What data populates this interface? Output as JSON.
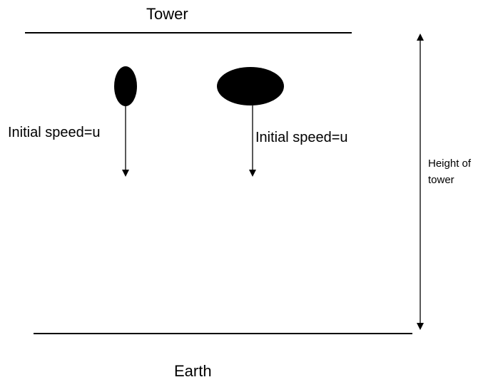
{
  "labels": {
    "tower": "Tower",
    "earth": "Earth",
    "speed_left": "Initial speed=u",
    "speed_right": "Initial speed=u",
    "height_line1": "Height of",
    "height_line2": "tower"
  },
  "colors": {
    "ink": "#000000",
    "background": "#ffffff"
  }
}
